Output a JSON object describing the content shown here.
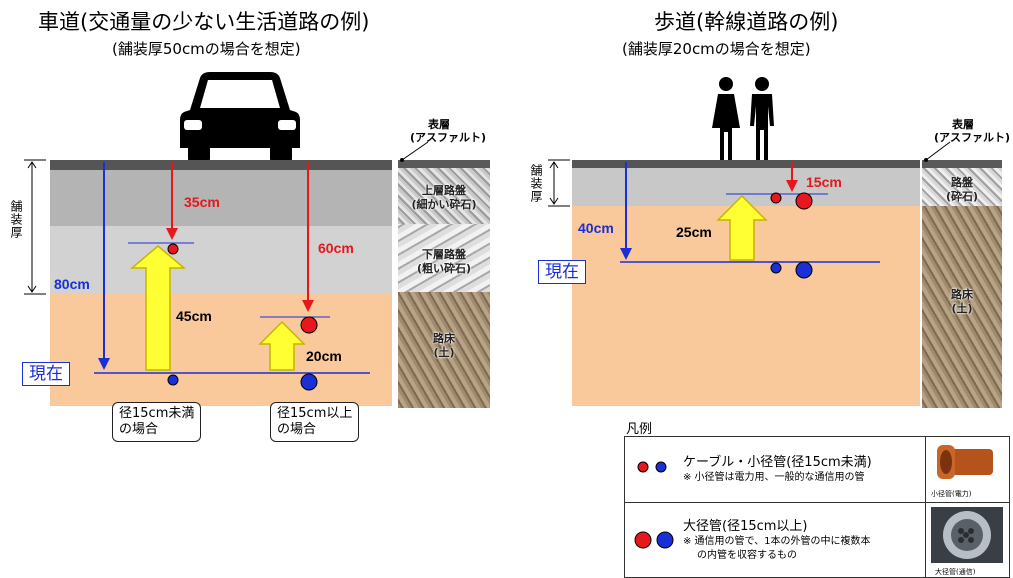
{
  "left": {
    "title": "車道(交通量の少ない生活道路の例)",
    "subtitle": "(舗装厚50cmの場合を想定)",
    "pavement_label": "舗装厚",
    "surface_label_1": "表層",
    "surface_label_2": "(アスファルト)",
    "upper_base_1": "上層路盤",
    "upper_base_2": "(細かい砕石)",
    "lower_base_1": "下層路盤",
    "lower_base_2": "(粗い砕石)",
    "subgrade_1": "路床",
    "subgrade_2": "(土)",
    "depth_total": "80cm",
    "depth_small": "35cm",
    "depth_large": "60cm",
    "rise_small": "45cm",
    "rise_large": "20cm",
    "current_label": "現在",
    "callout_small_1": "径15cm未満",
    "callout_small_2": "の場合",
    "callout_large_1": "径15cm以上",
    "callout_large_2": "の場合"
  },
  "right": {
    "title": "歩道(幹線道路の例)",
    "subtitle": "(舗装厚20cmの場合を想定)",
    "pavement_label": "舗装厚",
    "surface_label_1": "表層",
    "surface_label_2": "(アスファルト)",
    "base_1": "路盤",
    "base_2": "(砕石)",
    "subgrade_1": "路床",
    "subgrade_2": "(土)",
    "depth_total": "40cm",
    "depth_new": "15cm",
    "rise": "25cm",
    "current_label": "現在"
  },
  "legend": {
    "title": "凡例",
    "small_title": "ケーブル・小径管(径15cm未満)",
    "small_note": "※ 小径管は電力用、一般的な通信用の管",
    "small_caption": "小径管(電力)",
    "large_title": "大径管(径15cm以上)",
    "large_note_1": "※ 通信用の管で、1本の外管の中に複数本",
    "large_note_2": "の内管を収容するもの",
    "large_caption": "大径管(通信)"
  },
  "colors": {
    "asphalt": "#555555",
    "upper_base": "#b4b4b4",
    "lower_base": "#d2d2d2",
    "subgrade": "#f9c89b",
    "pipe_red": "#e8171c",
    "pipe_blue": "#1a2fd6",
    "arrow_fill": "#ffff33",
    "arrow_stroke": "#c8b400"
  }
}
